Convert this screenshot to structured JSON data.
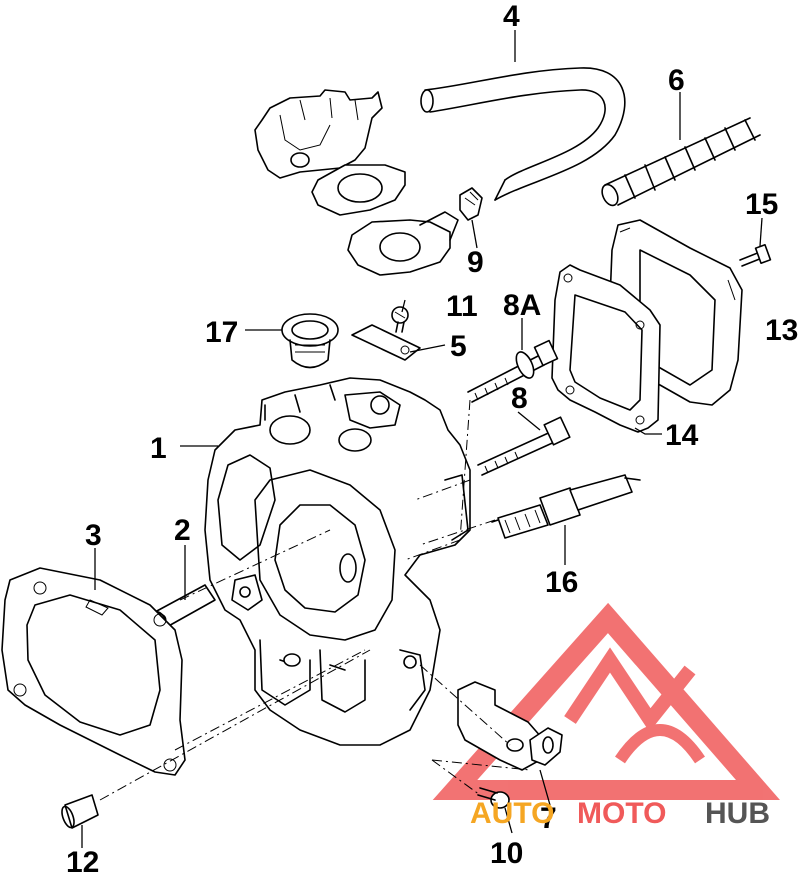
{
  "callouts": [
    "1",
    "2",
    "3",
    "4",
    "5",
    "6",
    "7",
    "8",
    "8A",
    "9",
    "10",
    "11",
    "12",
    "13",
    "14",
    "15",
    "16",
    "17"
  ],
  "watermark": {
    "part1": "AUTO",
    "part2": "MOTO",
    "part3": "HUB",
    "color_red": "#f05a5a",
    "color_orange": "#f5a623",
    "color_gray": "#555555"
  }
}
